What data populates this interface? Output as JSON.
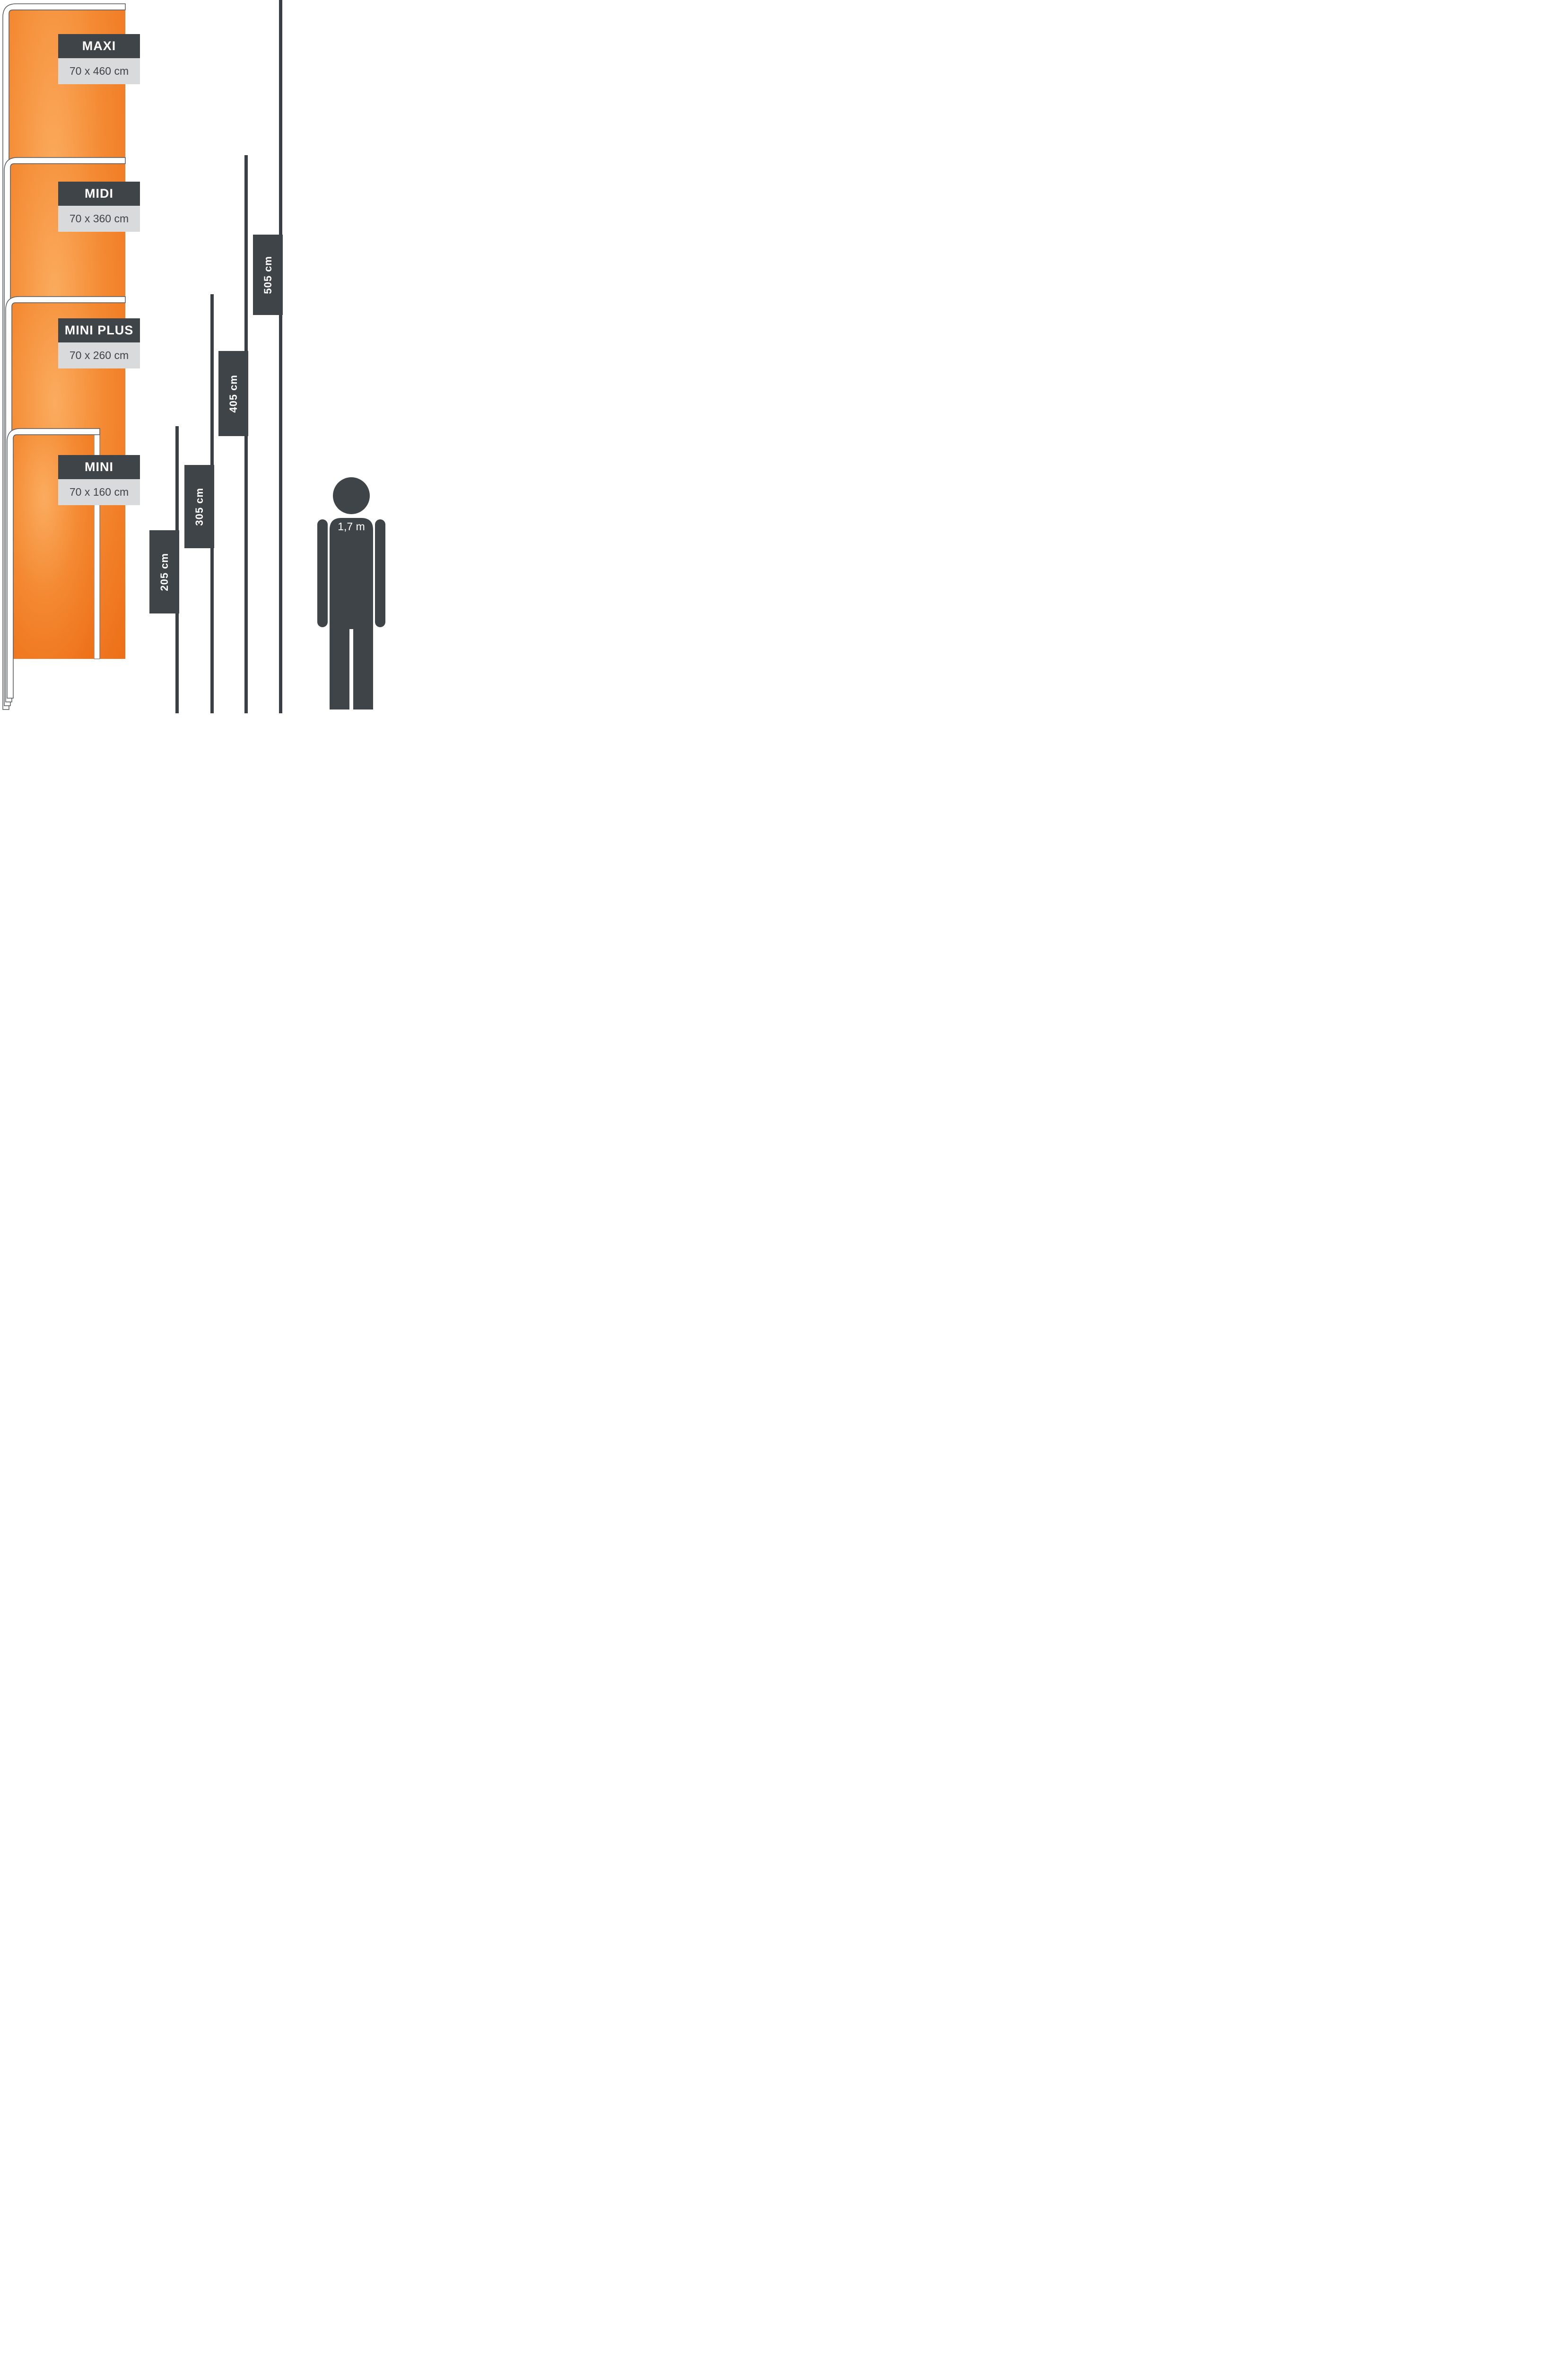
{
  "flags": [
    {
      "name": "MAXI",
      "size": "70 x 460 cm"
    },
    {
      "name": "MIDI",
      "size": "70 x 360 cm"
    },
    {
      "name": "MINI PLUS",
      "size": "70 x 260 cm"
    },
    {
      "name": "MINI",
      "size": "70 x 160 cm"
    }
  ],
  "height_markers": [
    {
      "label": "205 cm"
    },
    {
      "label": "305 cm"
    },
    {
      "label": "405 cm"
    },
    {
      "label": "505 cm"
    }
  ],
  "person": {
    "height_label": "1,7 m"
  },
  "colors": {
    "orange": "#F07522",
    "orange_light": "#FBAC5F",
    "dark_slate": "#3F4449",
    "light_gray": "#D9DADB",
    "white": "#FFFFFF"
  }
}
